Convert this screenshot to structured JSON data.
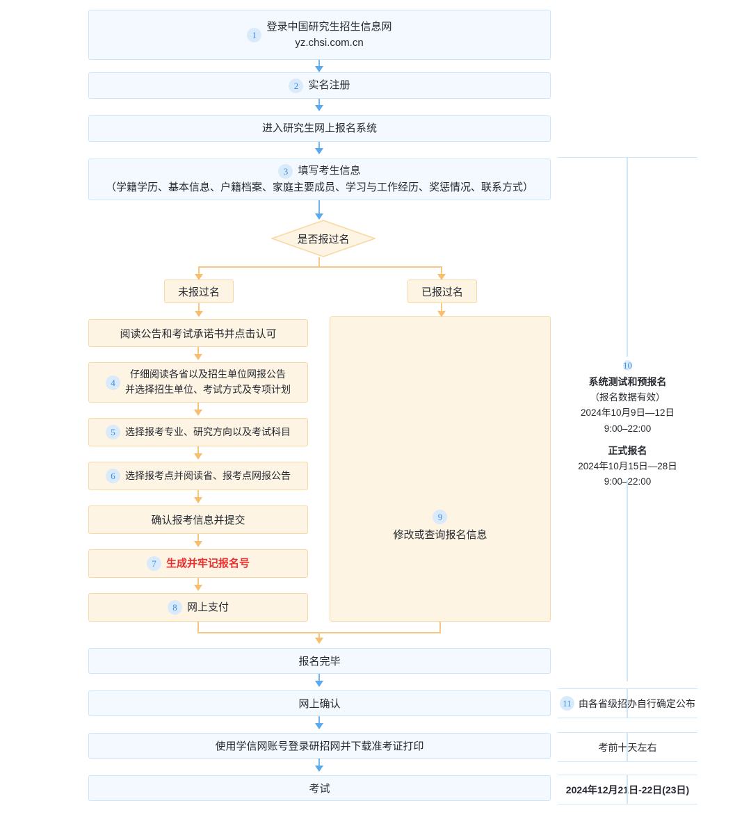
{
  "title": "研究生网上报名流程图",
  "flow": {
    "step1": {
      "num": "1",
      "line1": "登录中国研究生招生信息网",
      "line2": "yz.chsi.com.cn"
    },
    "step2": {
      "num": "2",
      "label": "实名注册"
    },
    "enter_system": {
      "label": "进入研究生网上报名系统"
    },
    "step3": {
      "num": "3",
      "line1": "填写考生信息",
      "line2": "（学籍学历、基本信息、户籍档案、家庭主要成员、学习与工作经历、奖惩情况、联系方式）"
    },
    "decision": {
      "label": "是否报过名"
    },
    "branch_left": {
      "label": "未报过名"
    },
    "branch_right": {
      "label": "已报过名"
    },
    "read_notice": {
      "label": "阅读公告和考试承诺书并点击认可"
    },
    "step4": {
      "num": "4",
      "line1": "仔细阅读各省以及招生单位网报公告",
      "line2": "并选择招生单位、考试方式及专项计划"
    },
    "step5": {
      "num": "5",
      "label": "选择报考专业、研究方向以及考试科目"
    },
    "step6": {
      "num": "6",
      "label": "选择报考点并阅读省、报考点网报公告"
    },
    "confirm_submit": {
      "label": "确认报考信息并提交"
    },
    "step7": {
      "num": "7",
      "label": "生成并牢记报名号"
    },
    "step8": {
      "num": "8",
      "label": "网上支付"
    },
    "step9": {
      "num": "9",
      "label": "修改或查询报名信息"
    },
    "done": {
      "label": "报名完毕"
    },
    "online_confirm": {
      "label": "网上确认"
    },
    "download_ticket": {
      "label": "使用学信网账号登录研招网并下载准考证打印"
    },
    "exam": {
      "label": "考试"
    }
  },
  "timeline": {
    "step10": {
      "num": "10",
      "pre_title": "系统测试和预报名",
      "pre_note": "（报名数据有效）",
      "pre_date": "2024年10月9日—12日",
      "pre_time": "9:00–22:00",
      "formal_title": "正式报名",
      "formal_date": "2024年10月15日—28日",
      "formal_time": "9:00–22:00"
    },
    "step11": {
      "num": "11",
      "label": "由各省级招办自行确定公布"
    },
    "ticket_time": {
      "label": "考前十天左右"
    },
    "exam_date": {
      "label": "2024年12月21日-22日(23日)"
    }
  },
  "colors": {
    "blue_fill": "#f4f9ff",
    "blue_border": "#cbe5fa",
    "orange_fill": "#fdf4e4",
    "orange_border": "#f9d9a2",
    "blue_arrow": "#59a9ef",
    "orange_arrow": "#f7bf6d",
    "badge_bg": "#d9eafb",
    "badge_text": "#3c8de0",
    "highlight_red": "#ea2f2f",
    "rule": "#cfe7fb"
  }
}
